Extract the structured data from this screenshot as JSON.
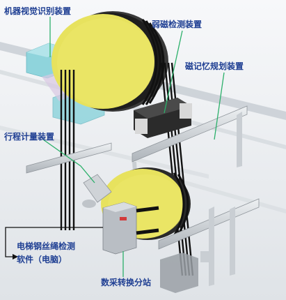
{
  "labels": {
    "machine_vision": "机器视觉识别装置",
    "weak_magnetic": "弱磁检测装置",
    "magnetic_memory": "磁记忆规划装置",
    "travel_metering": "行程计量装置",
    "software_line1": "电梯钢丝绳检测",
    "software_line2": "软件（电脑）",
    "collection_station": "数采转换分站"
  },
  "colors": {
    "label_text": "#1f3f93",
    "leader_line": "#2bb06a",
    "sheave_yellow": "#e7e25e",
    "camera_box": "#8fd4dc",
    "rail_gray": "#c9ced3"
  }
}
